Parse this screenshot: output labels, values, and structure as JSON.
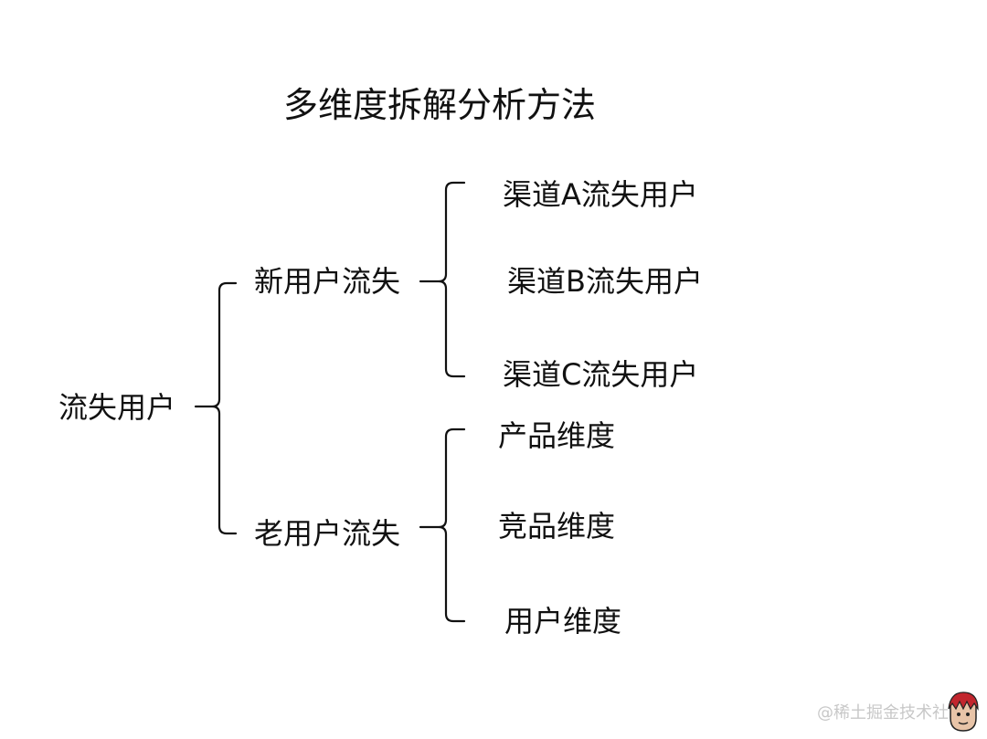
{
  "title": "多维度拆解分析方法",
  "root": "流失用户",
  "branches": [
    {
      "label": "新用户流失",
      "children": [
        "渠道A流失用户",
        "渠道B流失用户",
        "渠道C流失用户"
      ]
    },
    {
      "label": "老用户流失",
      "children": [
        "产品维度",
        "竞品维度",
        "用户维度"
      ]
    }
  ],
  "watermark": "@稀土掘金技术社区"
}
